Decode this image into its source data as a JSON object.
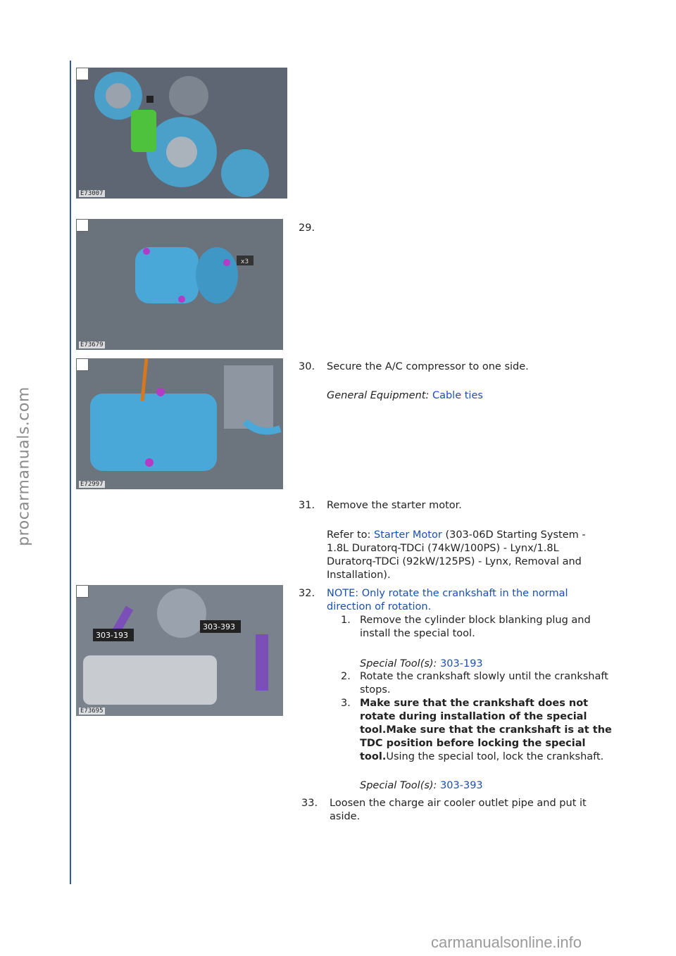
{
  "watermark_side": "procarmanuals.com",
  "footer": "carmanualsonline.info",
  "figures": [
    {
      "code": "E73007"
    },
    {
      "code": "E73679",
      "callout": "x3"
    },
    {
      "code": "E72997"
    },
    {
      "code": "E73695",
      "tag1": "303-193",
      "tag2": "303-393"
    }
  ],
  "steps": {
    "s29": {
      "num": "29."
    },
    "s30": {
      "num": "30.",
      "text": "Secure the A/C compressor to one side.",
      "equip_label": "General Equipment:",
      "equip_link": "Cable ties"
    },
    "s31": {
      "num": "31.",
      "text": "Remove the starter motor.",
      "refer_label": "Refer to:",
      "refer_link": "Starter Motor",
      "refer_rest1": "(303-06D Starting System -",
      "refer_rest2": "1.8L Duratorq-TDCi (74kW/100PS) - Lynx/1.8L",
      "refer_rest3": "Duratorq-TDCi (92kW/125PS) - Lynx, Removal and",
      "refer_rest4": "Installation)."
    },
    "s32": {
      "num": "32.",
      "note1": "NOTE: Only rotate the crankshaft in the normal",
      "note2": "direction of rotation.",
      "sub1_num": "1.",
      "sub1_l1": "Remove the cylinder block blanking plug and",
      "sub1_l2": "install the special tool.",
      "tool_label": "Special Tool(s):",
      "tool1": "303-193",
      "sub2_num": "2.",
      "sub2_l1": "Rotate the crankshaft slowly until the crankshaft",
      "sub2_l2": "stops.",
      "sub3_num": "3.",
      "sub3_b1": "Make sure that the crankshaft does not",
      "sub3_b2": "rotate during installation of the special",
      "sub3_b3": "tool.Make sure that the crankshaft is at the",
      "sub3_b4": "TDC position before locking the special",
      "sub3_b5": "tool.",
      "sub3_rest": "Using the special tool, lock the crankshaft.",
      "tool2": "303-393"
    },
    "s33": {
      "num": "33.",
      "l1": "Loosen the charge air cooler outlet pipe and put it",
      "l2": "aside."
    }
  }
}
